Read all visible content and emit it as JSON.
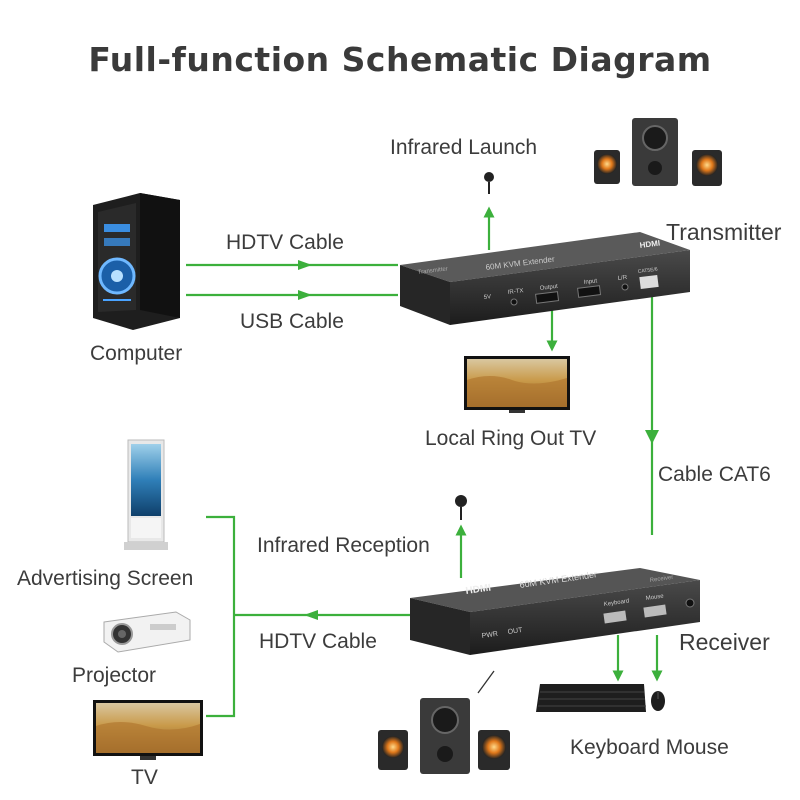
{
  "title": "Full-function Schematic Diagram",
  "labels": {
    "infrared_launch": "Infrared Launch",
    "transmitter": "Transmitter",
    "hdtv_cable_top": "HDTV Cable",
    "usb_cable": "USB Cable",
    "computer": "Computer",
    "local_ring_out_tv": "Local Ring Out TV",
    "cable_cat6": "Cable CAT6",
    "infrared_reception": "Infrared Reception",
    "advertising_screen": "Advertising Screen",
    "hdtv_cable_bottom": "HDTV Cable",
    "projector": "Projector",
    "receiver": "Receiver",
    "tv": "TV",
    "keyboard_mouse": "Keyboard Mouse"
  },
  "device_text": {
    "tx_brand": "HDMI",
    "tx_model": "60M KVM Extender",
    "tx_side": "Transmitter",
    "tx_ports": [
      "5V",
      "IR-TX",
      "Output",
      "Input",
      "L/R",
      "CAT5E/6"
    ],
    "rx_brand": "HDMI",
    "rx_model": "60M KVM Extender",
    "rx_side": "Receiver",
    "rx_ports": [
      "PWR",
      "OUT",
      "Keyboard",
      "Mouse"
    ]
  },
  "colors": {
    "line": "#3cb03c",
    "device_body": "#2a2a2a",
    "title_text": "#3a3a3a"
  }
}
